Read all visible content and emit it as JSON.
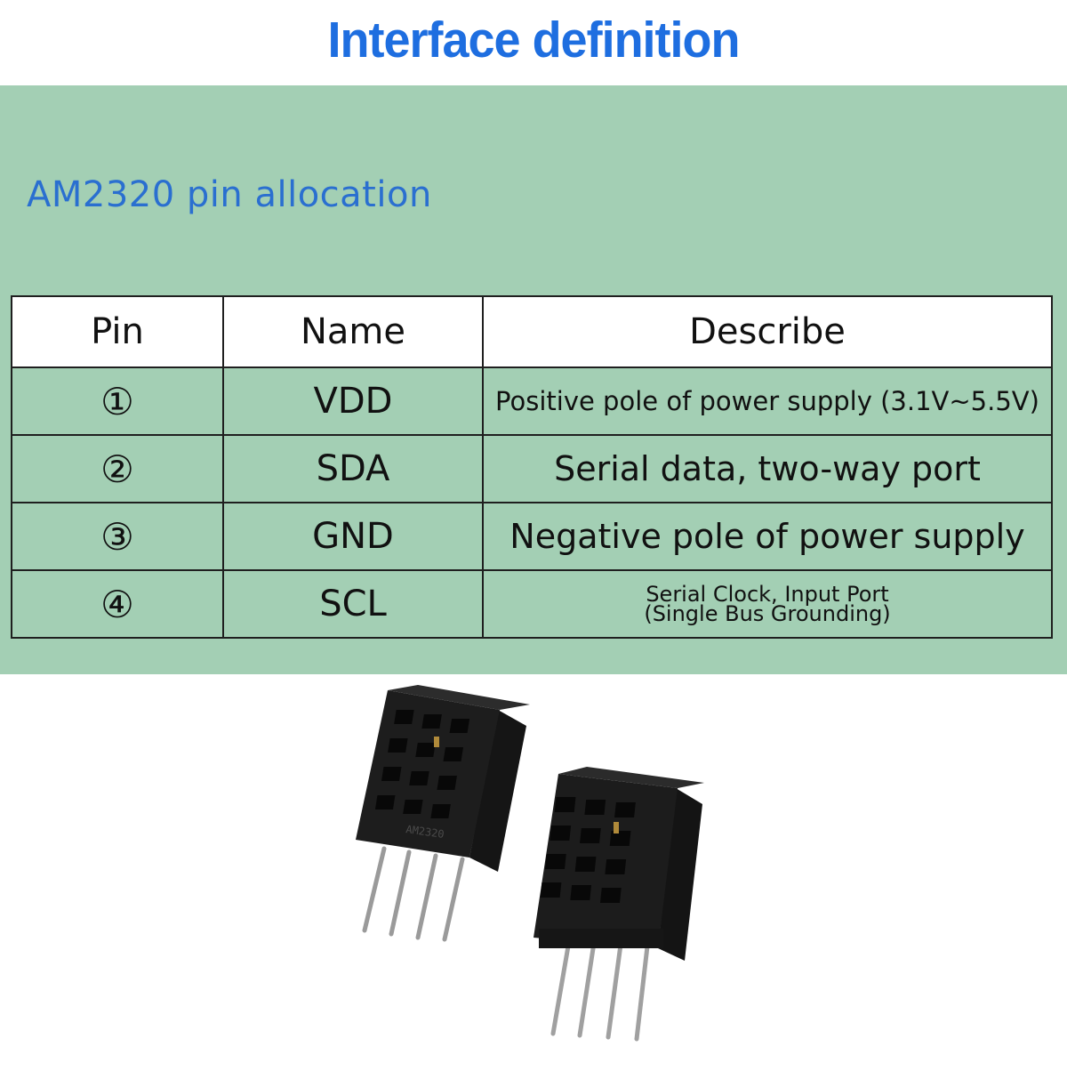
{
  "header": {
    "title": "Interface definition"
  },
  "section": {
    "subtitle": "AM2320 pin allocation"
  },
  "table": {
    "columns": [
      "Pin",
      "Name",
      "Describe"
    ],
    "rows": [
      {
        "pin": "①",
        "name": "VDD",
        "describe": "Positive pole of power supply (3.1V~5.5V)",
        "describe2": ""
      },
      {
        "pin": "②",
        "name": "SDA",
        "describe": "Serial data, two-way port",
        "describe2": ""
      },
      {
        "pin": "③",
        "name": "GND",
        "describe": "Negative pole of power supply",
        "describe2": ""
      },
      {
        "pin": "④",
        "name": "SCL",
        "describe": "Serial Clock, Input Port",
        "describe2": "(Single Bus Grounding)"
      }
    ]
  },
  "photo": {
    "subject": "two AM2320 temperature and humidity sensor modules with four pins",
    "module_marking": "AM2320"
  },
  "colors": {
    "title": "#1e6ee0",
    "subtitle": "#2a6fd0",
    "band": "#a3cfb4",
    "table_header_bg": "#ffffff",
    "border": "#1f1f1f"
  }
}
